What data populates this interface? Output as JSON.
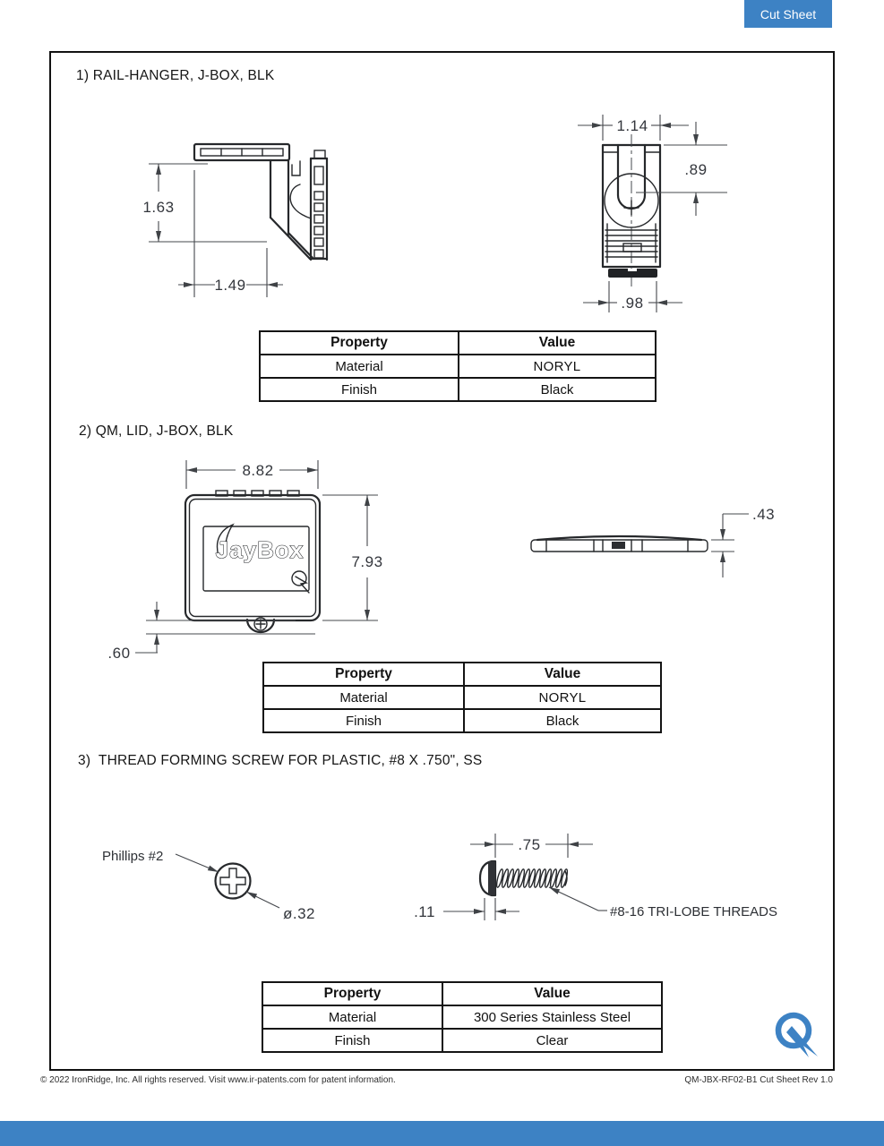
{
  "page": {
    "tab_label": "Cut Sheet"
  },
  "colors": {
    "accent": "#3d82c4",
    "drawing_line": "#26282b",
    "dimension_line": "#45484d"
  },
  "sections": [
    {
      "title": "1) RAIL-HANGER, J-BOX, BLK",
      "dimensions": {
        "height": "1.63",
        "width": "1.49",
        "slot_width": "1.14",
        "slot_depth": ".89",
        "base_width": ".98"
      },
      "table": {
        "headers": [
          "Property",
          "Value"
        ],
        "rows": [
          [
            "Material",
            "NORYL"
          ],
          [
            "Finish",
            "Black"
          ]
        ]
      }
    },
    {
      "title": "2) QM, LID, J-BOX, BLK",
      "logo_text": "JayBox",
      "dimensions": {
        "width": "8.82",
        "height": "7.93",
        "boss_height": ".60",
        "thickness": ".43"
      },
      "table": {
        "headers": [
          "Property",
          "Value"
        ],
        "rows": [
          [
            "Material",
            "NORYL"
          ],
          [
            "Finish",
            "Black"
          ]
        ]
      }
    },
    {
      "title": "3)  THREAD FORMING SCREW FOR PLASTIC, #8 X .750\", SS",
      "labels": {
        "drive": "Phillips #2",
        "head_diameter": "ø.32",
        "thread_length": ".75",
        "head_height": ".11",
        "thread_spec": "#8-16 TRI-LOBE THREADS"
      },
      "table": {
        "headers": [
          "Property",
          "Value"
        ],
        "rows": [
          [
            "Material",
            "300 Series Stainless Steel"
          ],
          [
            "Finish",
            "Clear"
          ]
        ]
      }
    }
  ],
  "footer": {
    "left": "© 2022 IronRidge, Inc. All rights reserved. Visit www.ir-patents.com for patent information.",
    "right": "QM-JBX-RF02-B1 Cut Sheet Rev 1.0"
  }
}
